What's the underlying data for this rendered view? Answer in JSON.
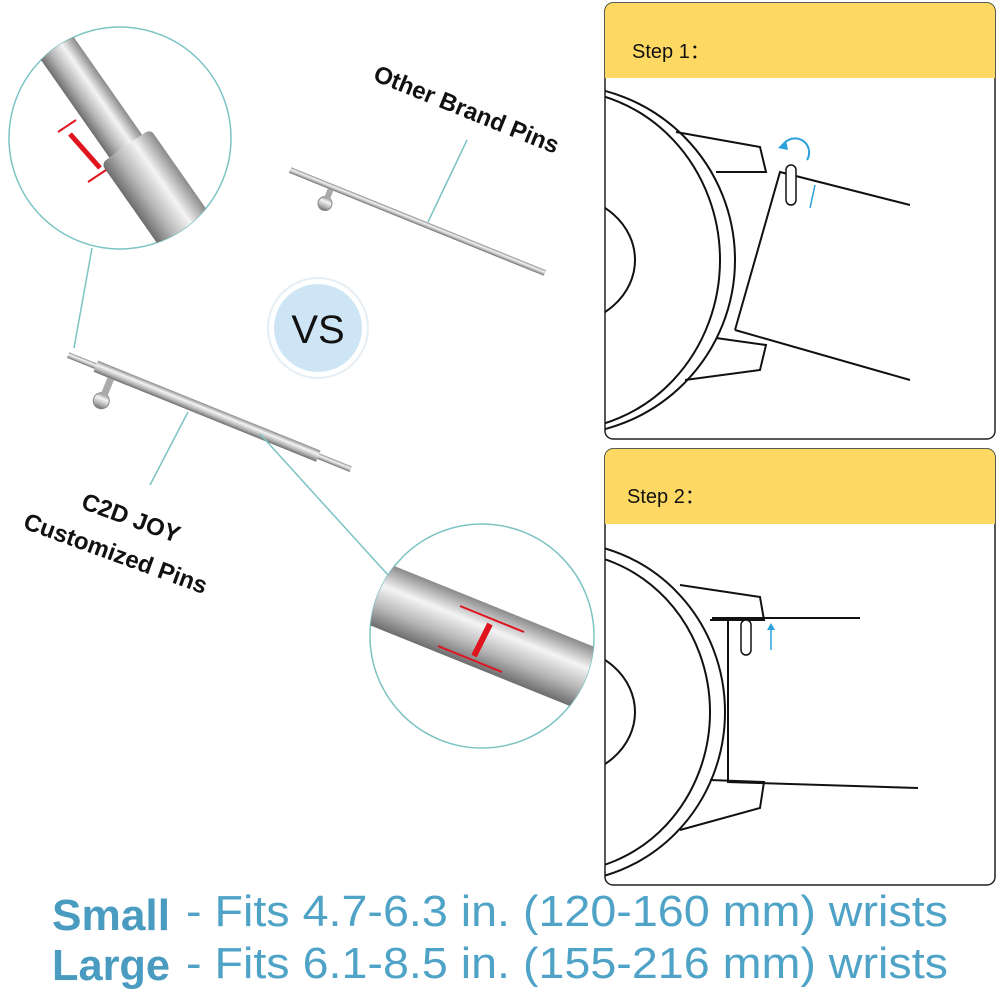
{
  "labels": {
    "other_brand": "Other Brand Pins",
    "vs": "VS",
    "c2d_line1": "C2D JOY",
    "c2d_line2": "Customized Pins"
  },
  "steps": [
    {
      "title": "Step 1："
    },
    {
      "title": "Step 2："
    }
  ],
  "sizes": [
    {
      "name": "Small",
      "desc": "- Fits 4.7-6.3 in. (120-160 mm) wrists"
    },
    {
      "name": "Large",
      "desc": "- Fits 6.1-8.5 in. (155-216 mm) wrists"
    }
  ],
  "colors": {
    "header": "#fdd963",
    "text_blue": "#4fa3c7",
    "arrow_red": "#e0141e",
    "arrow_blue": "#2aa0dc"
  }
}
